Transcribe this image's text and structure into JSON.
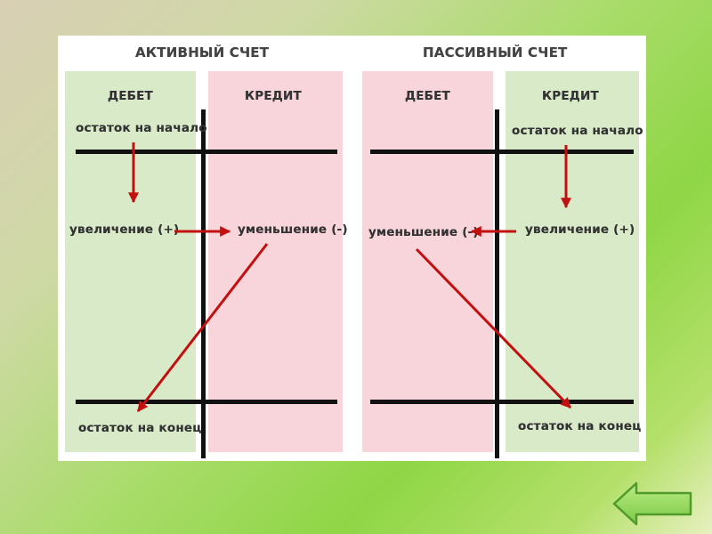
{
  "active": {
    "title": "АКТИВНЫЙ СЧЕТ",
    "debit": "ДЕБЕТ",
    "credit": "КРЕДИТ",
    "opening": "остаток на начало",
    "increase": "увеличение (+)",
    "decrease": "уменьшение (-)",
    "closing": "остаток на конец"
  },
  "passive": {
    "title": "ПАССИВНЫЙ СЧЕТ",
    "debit": "ДЕБЕТ",
    "credit": "КРЕДИТ",
    "opening": "остаток на начало",
    "decrease": "уменьшение (-)",
    "increase": "увеличение (+)",
    "closing": "остаток на конец"
  },
  "colors": {
    "debit_active": "#d8eac8",
    "credit_active": "#f7d5da",
    "arrow": "#c21010",
    "back_button": "#8ed457"
  },
  "icons": {
    "back": "arrow-left-icon"
  }
}
